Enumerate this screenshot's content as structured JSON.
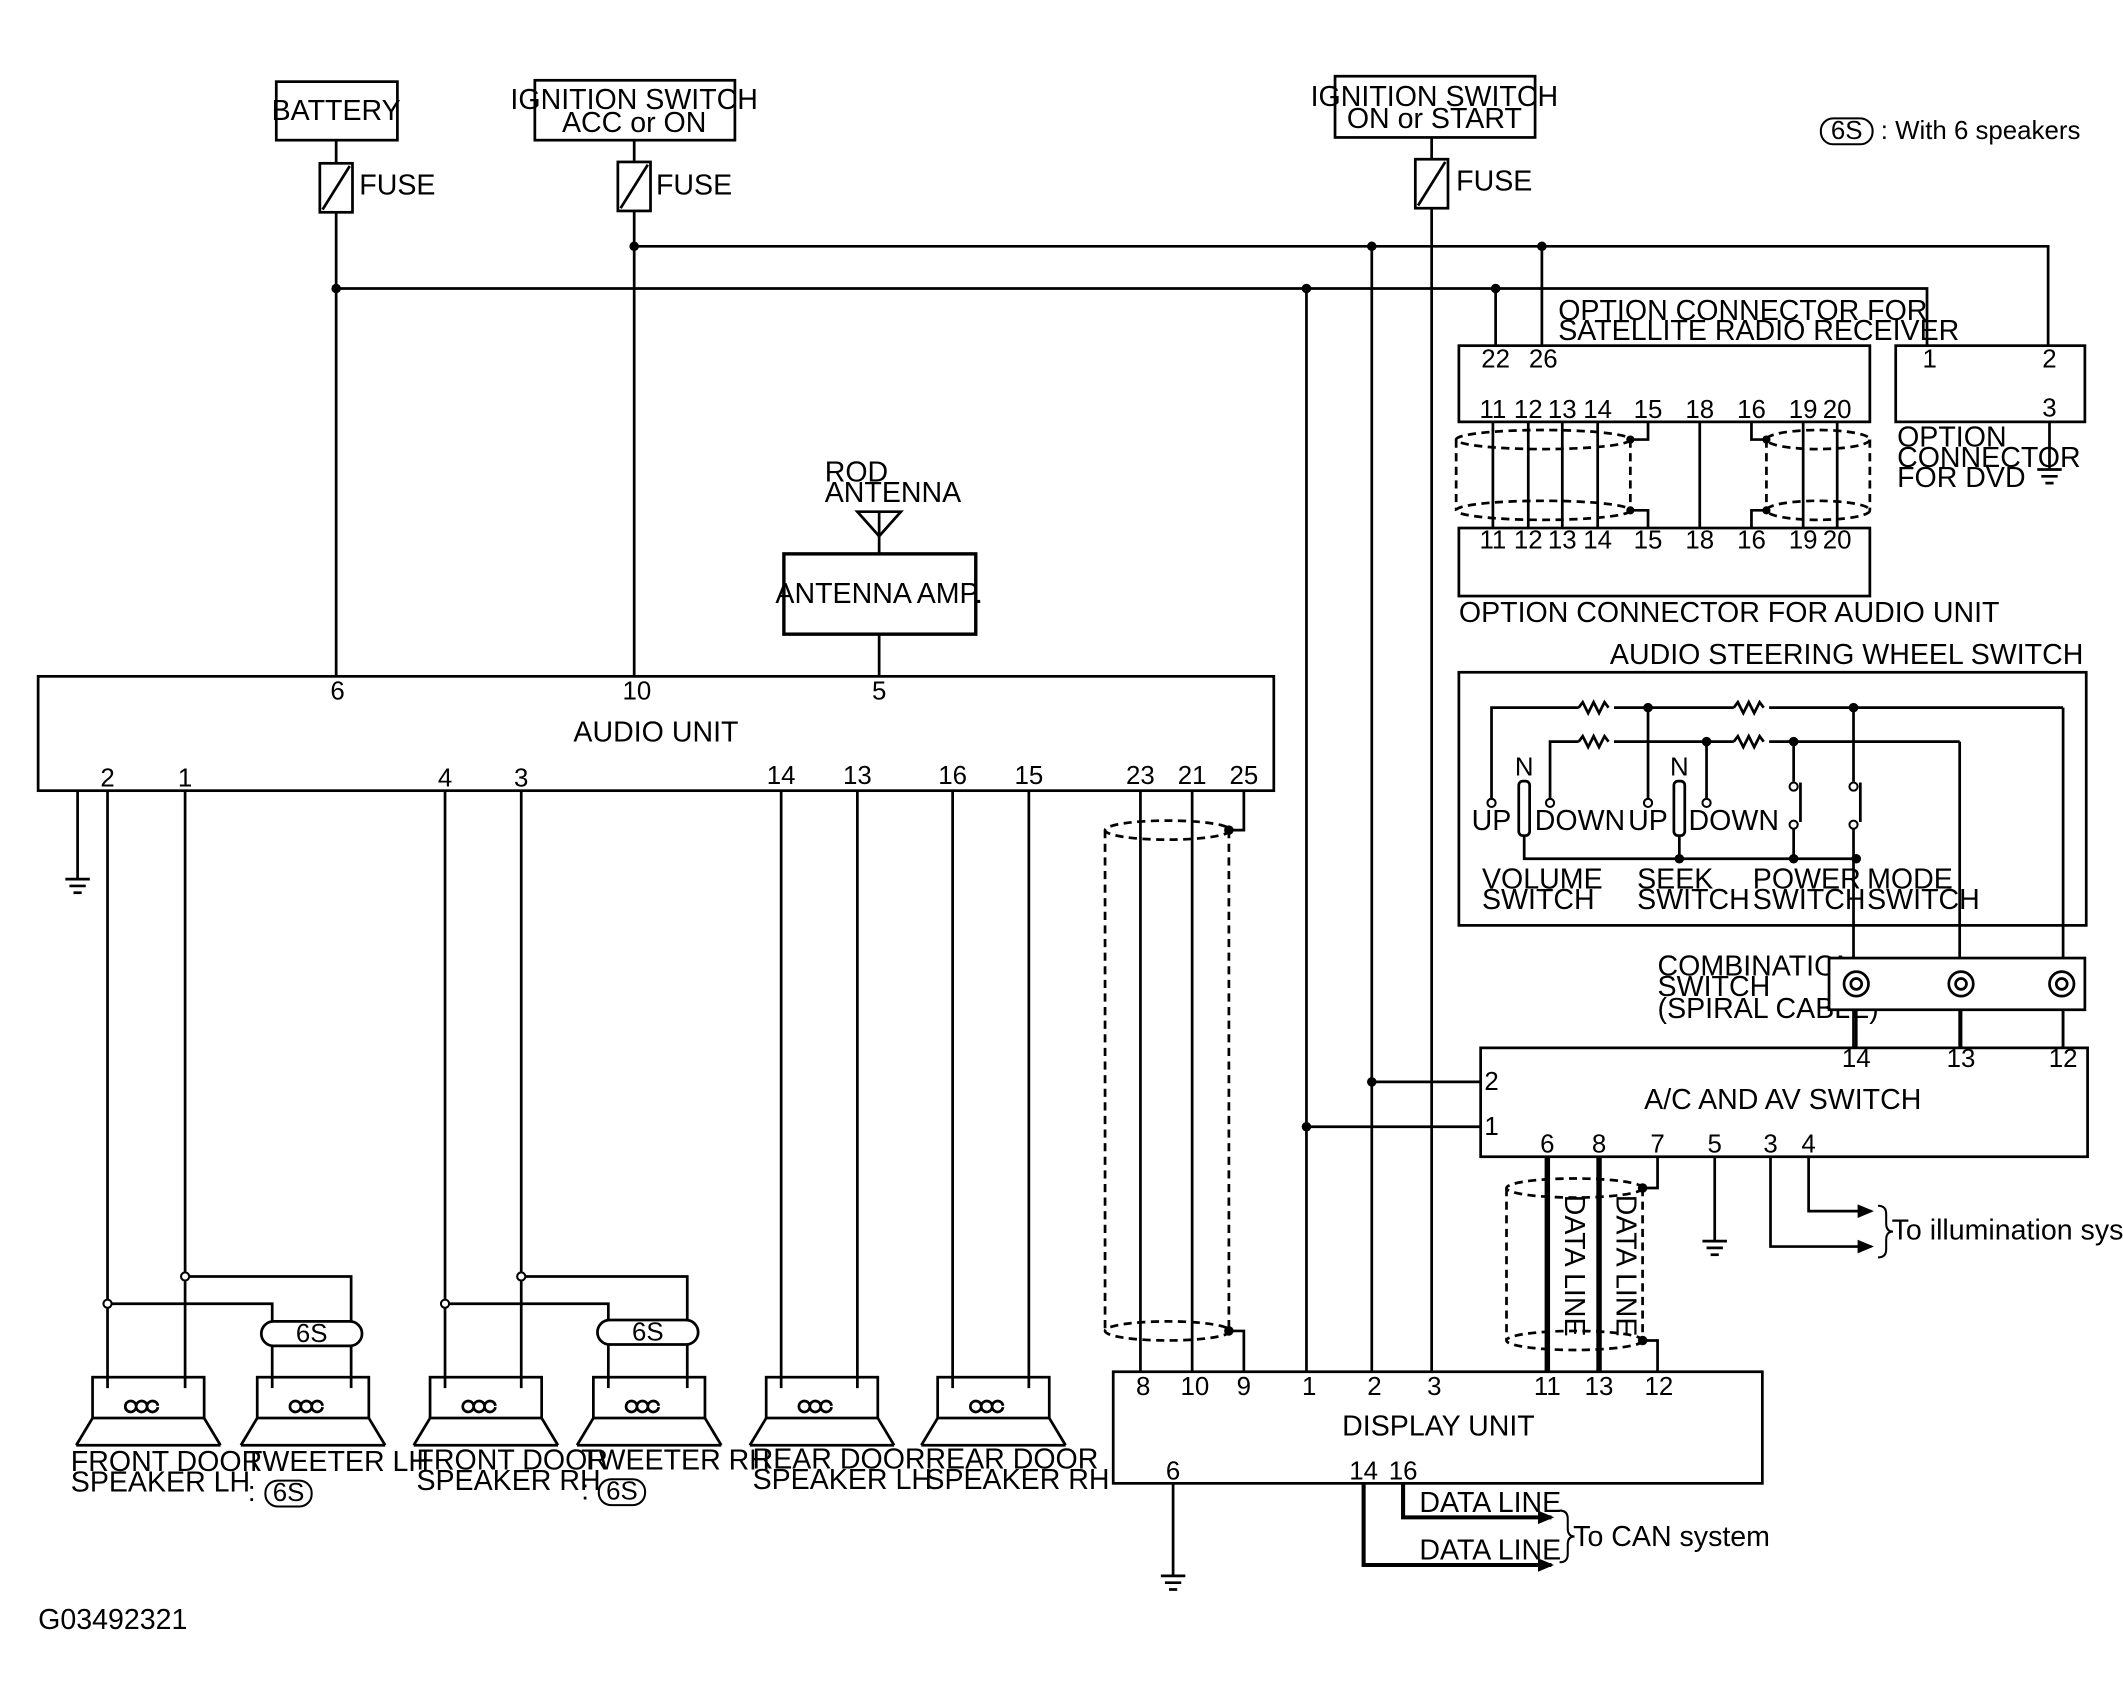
{
  "legend": {
    "badge": "6S",
    "text": ": With 6 speakers"
  },
  "power": {
    "battery": "BATTERY",
    "ign_acc_1": "IGNITION SWITCH",
    "ign_acc_2": "ACC or ON",
    "ign_start_1": "IGNITION SWITCH",
    "ign_start_2": "ON or START",
    "fuse": "FUSE"
  },
  "antenna": {
    "rod_1": "ROD",
    "rod_2": "ANTENNA",
    "amp": "ANTENNA AMP."
  },
  "audio_unit": {
    "label": "AUDIO UNIT",
    "top_pins": [
      "6",
      "10",
      "5"
    ],
    "bottom_pins": [
      "2",
      "1",
      "4",
      "3",
      "14",
      "13",
      "16",
      "15",
      "23",
      "21",
      "25"
    ]
  },
  "option_sat": {
    "title_1": "OPTION CONNECTOR FOR",
    "title_2": "SATELLITE RADIO RECEIVER",
    "top_pins": [
      "22",
      "26"
    ],
    "bottom_pins": [
      "11",
      "12",
      "13",
      "14",
      "15",
      "18",
      "16",
      "19",
      "20"
    ]
  },
  "option_audio": {
    "pins": [
      "11",
      "12",
      "13",
      "14",
      "15",
      "18",
      "16",
      "19",
      "20"
    ],
    "label": "OPTION CONNECTOR FOR AUDIO UNIT"
  },
  "option_dvd": {
    "pins": [
      "1",
      "2",
      "3"
    ],
    "label_1": "OPTION",
    "label_2": "CONNECTOR",
    "label_3": "FOR DVD"
  },
  "steering": {
    "title": "AUDIO STEERING WHEEL SWITCH",
    "n": "N",
    "up": "UP",
    "down": "DOWN",
    "volume_1": "VOLUME",
    "seek_1": "SEEK",
    "power_1": "POWER",
    "mode_1": "MODE",
    "switch": "SWITCH"
  },
  "combo": {
    "line_1": "COMBINATION",
    "line_2": "SWITCH",
    "line_3": "(SPIRAL CABLE)"
  },
  "ac_av": {
    "label": "A/C AND AV SWITCH",
    "top_pins": [
      "14",
      "13",
      "12"
    ],
    "left_pins": [
      "2",
      "1"
    ],
    "bottom_pins": [
      "6",
      "8",
      "7",
      "5",
      "3",
      "4"
    ],
    "data_line": "DATA LINE",
    "to_illum": "To illumination system"
  },
  "display": {
    "label": "DISPLAY UNIT",
    "top_pins": [
      "8",
      "10",
      "9",
      "1",
      "2",
      "3",
      "11",
      "13",
      "12"
    ],
    "bottom_pins": [
      "6",
      "14",
      "16"
    ],
    "data_line": "DATA LINE",
    "to_can": "To CAN system"
  },
  "speakers": {
    "front_lh_1": "FRONT DOOR",
    "front_lh_2": "SPEAKER LH",
    "tweeter_lh": "TWEETER LH",
    "front_rh_1": "FRONT DOOR",
    "front_rh_2": "SPEAKER RH",
    "tweeter_rh": "TWEETER RH",
    "rear_lh_1": "REAR DOOR",
    "rear_lh_2": "SPEAKER LH",
    "rear_rh_1": "REAR DOOR",
    "rear_rh_2": "SPEAKER RH",
    "badge": "6S",
    "colon": ":"
  },
  "figure_id": "G03492321"
}
